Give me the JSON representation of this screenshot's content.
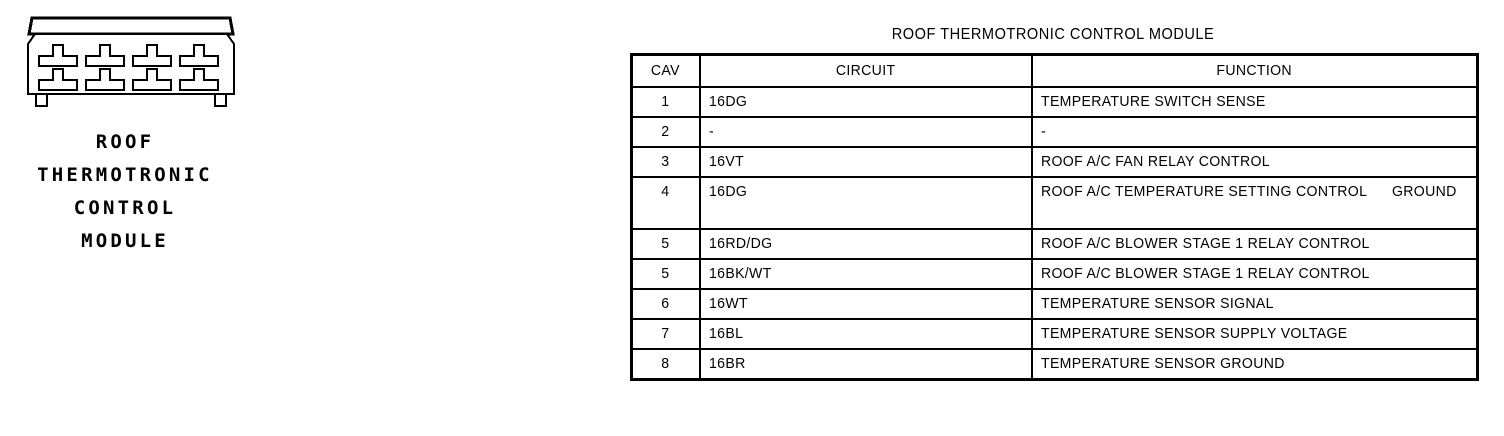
{
  "connector": {
    "icon_name": "connector-8-cavity-icon",
    "cavity_rows": 2,
    "cavities_per_row": 4,
    "total_cavities": 8,
    "label_lines": [
      "ROOF",
      "THERMOTRONIC",
      "CONTROL",
      "MODULE"
    ]
  },
  "pinout": {
    "title": "ROOF THERMOTRONIC CONTROL MODULE",
    "columns": [
      {
        "key": "cav",
        "label": "CAV"
      },
      {
        "key": "circuit",
        "label": "CIRCUIT"
      },
      {
        "key": "function",
        "label": "FUNCTION"
      }
    ],
    "rows": [
      {
        "cav": "1",
        "circuit": "16DG",
        "function_lines": [
          "TEMPERATURE SWITCH SENSE"
        ]
      },
      {
        "cav": "2",
        "circuit": "-",
        "function_lines": [
          "-"
        ]
      },
      {
        "cav": "3",
        "circuit": "16VT",
        "function_lines": [
          "ROOF A/C FAN RELAY CONTROL"
        ]
      },
      {
        "cav": "4",
        "circuit": "16DG",
        "function_lines": [
          "ROOF A/C TEMPERATURE SETTING CONTROL",
          "GROUND"
        ]
      },
      {
        "cav": "5",
        "circuit": "16RD/DG",
        "function_lines": [
          "ROOF A/C BLOWER STAGE 1 RELAY CONTROL"
        ]
      },
      {
        "cav": "5",
        "circuit": "16BK/WT",
        "function_lines": [
          "ROOF A/C BLOWER STAGE 1 RELAY CONTROL"
        ]
      },
      {
        "cav": "6",
        "circuit": "16WT",
        "function_lines": [
          "TEMPERATURE SENSOR SIGNAL"
        ]
      },
      {
        "cav": "7",
        "circuit": "16BL",
        "function_lines": [
          "TEMPERATURE SENSOR SUPPLY VOLTAGE"
        ]
      },
      {
        "cav": "8",
        "circuit": "16BR",
        "function_lines": [
          "TEMPERATURE SENSOR GROUND"
        ]
      }
    ]
  },
  "colors": {
    "ink": "#000000",
    "background": "#ffffff"
  }
}
